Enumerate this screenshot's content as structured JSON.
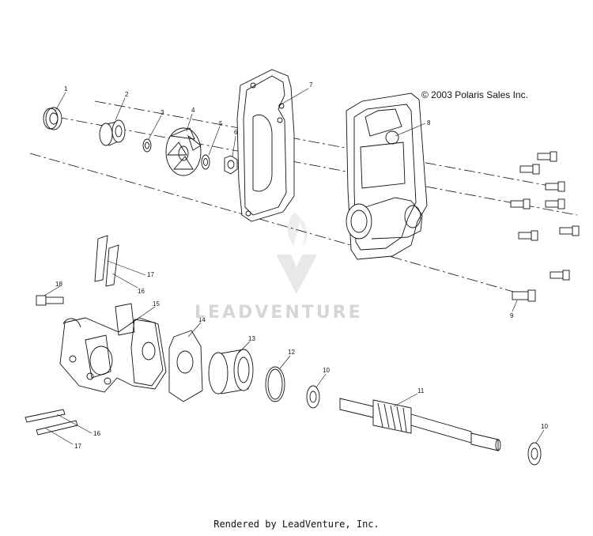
{
  "copyright": "© 2003 Polaris Sales Inc.",
  "footer": "Rendered by LeadVenture, Inc.",
  "watermark": "LEADVENTURE",
  "callouts": [
    "1",
    "2",
    "3",
    "4",
    "5",
    "6",
    "7",
    "8",
    "9",
    "10",
    "10",
    "11",
    "12",
    "13",
    "14",
    "15",
    "16",
    "16",
    "17",
    "17",
    "18"
  ]
}
